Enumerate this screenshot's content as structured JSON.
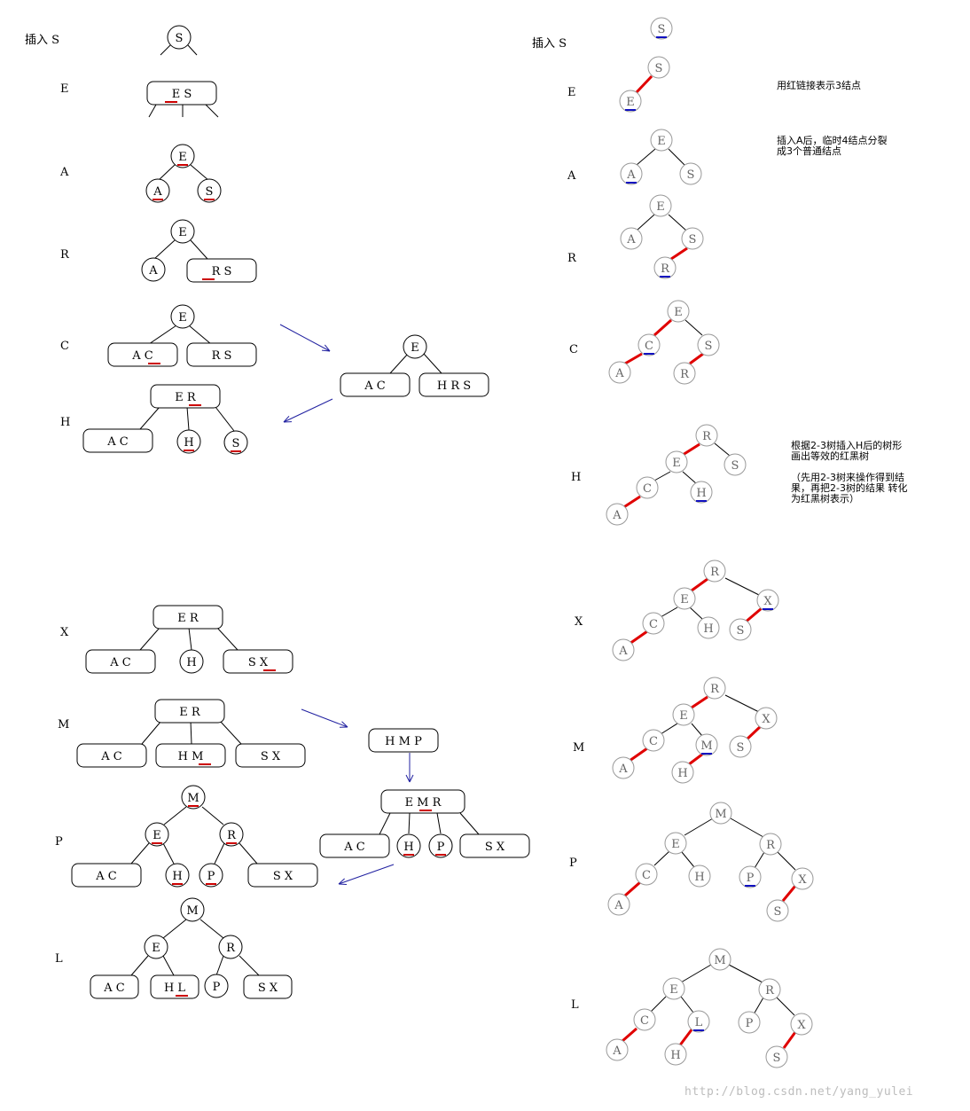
{
  "steps_23": [
    "插入 S",
    "E",
    "A",
    "R",
    "C",
    "H",
    "X",
    "M",
    "P",
    "L"
  ],
  "steps_rb": [
    "插入 S",
    "E",
    "A",
    "R",
    "C",
    "H",
    "X",
    "M",
    "P",
    "L"
  ],
  "notes": {
    "e": "用红链接表示3结点",
    "a": "插入A后，临时4结点分裂\n成3个普通结点",
    "h": "根据2-3树插入H后的树形\n画出等效的红黑树\n\n（先用2-3树来操作得到结\n果，再把2-3树的结果 转化\n为红黑树表示）"
  },
  "watermark": "http://blog.csdn.net/yang_yulei",
  "colors": {
    "red_link": "#e00000",
    "new_key_mark_23": "#cc0000",
    "new_key_mark_rb": "#1010c0",
    "arrow": "#2020a0",
    "rb_node_border": "#999999"
  },
  "keys": {
    "S": "S",
    "E": "E",
    "A": "A",
    "R": "R",
    "C": "C",
    "H": "H",
    "X": "X",
    "M": "M",
    "P": "P",
    "L": "L",
    "ES": "E S",
    "AC": "A C",
    "RS": "R S",
    "ER": "E R",
    "HRS": "H R S",
    "SX": "S X",
    "HM": "H M",
    "HMP": "H M P",
    "EMR": "E M R",
    "HL": "H L"
  }
}
